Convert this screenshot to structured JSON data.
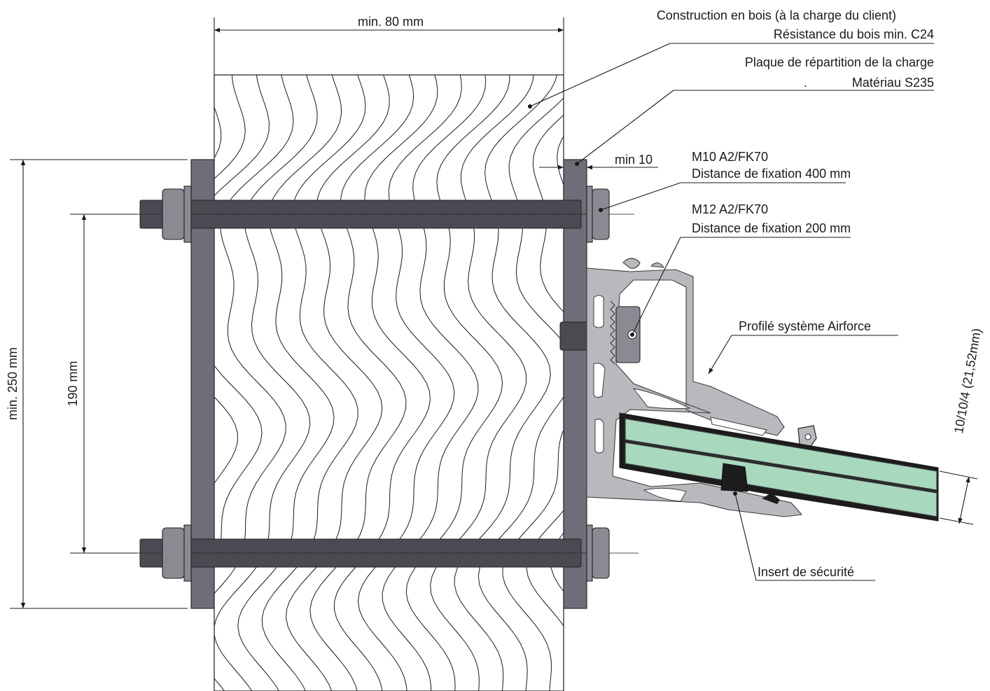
{
  "labels": {
    "top_width": "min. 80 mm",
    "wood_construction": "Construction en bois (à la charge du client)",
    "wood_strength": "Résistance du bois min. C24",
    "load_plate": "Plaque de répartition de la charge",
    "load_plate_dot": ".",
    "load_plate_material": "Matériau S235",
    "min_10": "min 10",
    "m10_spec": "M10 A2/FK70",
    "m10_distance": "Distance de fixation 400 mm",
    "m12_spec": "M12 A2/FK70",
    "m12_distance": "Distance de fixation 200 mm",
    "profile_system": "Profilé système Airforce",
    "glass_thickness": "10/10/4 (21,52mm)",
    "safety_insert": "Insert de sécurité",
    "height_min": "min. 250 mm",
    "bolt_spacing": "190 mm"
  },
  "colors": {
    "steel_plate": "#6e6e78",
    "rod": "#4a4a52",
    "aluminium": "#b7b9bd",
    "glass": "#a8d8be",
    "insert": "#1c1c1c"
  }
}
